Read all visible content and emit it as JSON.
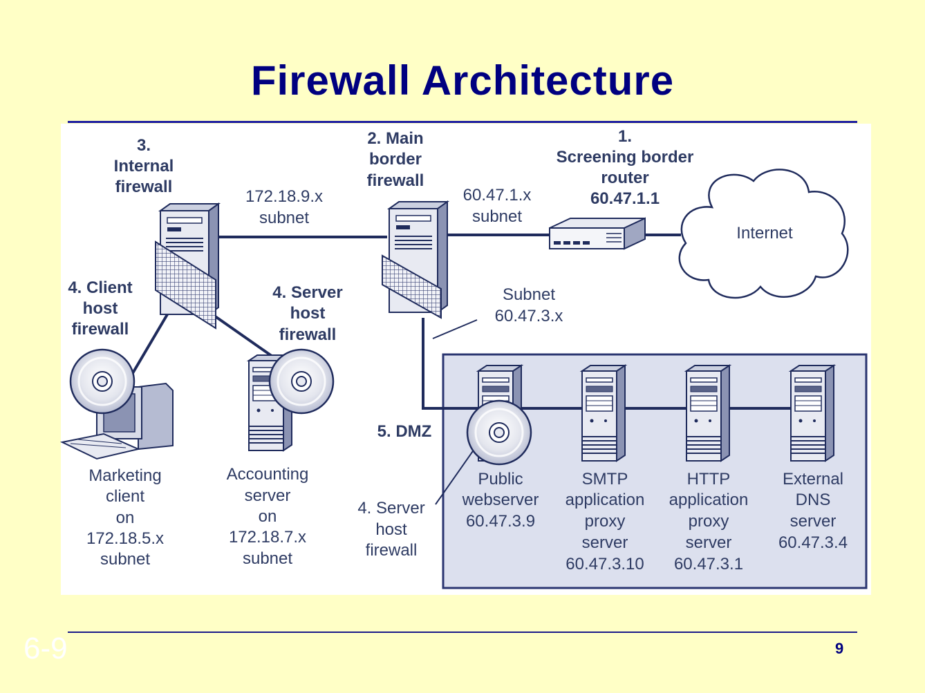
{
  "slide": {
    "title": "Firewall Architecture",
    "slide_code": "6-9",
    "page_number": "9"
  },
  "diagram": {
    "labels": {
      "router": [
        "1.",
        "Screening border",
        "router",
        "60.47.1.1"
      ],
      "main_firewall": [
        "2. Main",
        "border",
        "firewall"
      ],
      "internal_firewall": [
        "3.",
        "Internal",
        "firewall"
      ],
      "client_host_firewall": [
        "4. Client",
        "host",
        "firewall"
      ],
      "server_host_firewall_top": [
        "4. Server",
        "host",
        "firewall"
      ],
      "server_host_firewall_dmz": [
        "4. Server",
        "host",
        "firewall"
      ],
      "dmz": "5. DMZ",
      "internet": "Internet",
      "subnet_172_18_9": [
        "172.18.9.x",
        "subnet"
      ],
      "subnet_60_47_1": [
        "60.47.1.x",
        "subnet"
      ],
      "subnet_60_47_3": [
        "Subnet",
        "60.47.3.x"
      ]
    },
    "hosts": {
      "marketing": [
        "Marketing",
        "client",
        "on",
        "172.18.5.x",
        "subnet"
      ],
      "accounting": [
        "Accounting",
        "server",
        "on",
        "172.18.7.x",
        "subnet"
      ],
      "public_web": [
        "Public",
        "webserver",
        "60.47.3.9"
      ],
      "smtp_proxy": [
        "SMTP",
        "application",
        "proxy",
        "server",
        "60.47.3.10"
      ],
      "http_proxy": [
        "HTTP",
        "application",
        "proxy",
        "server",
        "60.47.3.1"
      ],
      "external_dns": [
        "External",
        "DNS",
        "server",
        "60.47.3.4"
      ]
    },
    "colors": {
      "text": "#2E3B63",
      "title": "#000080",
      "dmz_fill": "#DCE0EE",
      "dmz_border": "#2A3570",
      "line": "#1F2B5C",
      "device_light": "#E8EAF2",
      "device_mid": "#B5BBD2",
      "device_dark": "#6A7396"
    }
  }
}
